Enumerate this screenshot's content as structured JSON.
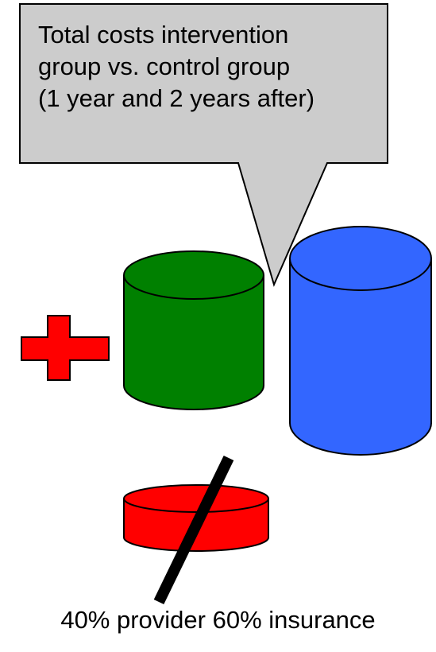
{
  "callout": {
    "lines": [
      "Total costs intervention",
      "group vs. control group",
      "(1 year and 2 years after)"
    ],
    "fill": "#cccccc"
  },
  "caption": "40% provider 60% insurance",
  "colors": {
    "plus": "#ff0000",
    "intervention_cylinder": "#008000",
    "control_cylinder": "#3366ff",
    "small_disc": "#ff0000",
    "strike": "#000000"
  },
  "icons": {
    "plus": "plus-icon",
    "strike": "slash-icon"
  }
}
